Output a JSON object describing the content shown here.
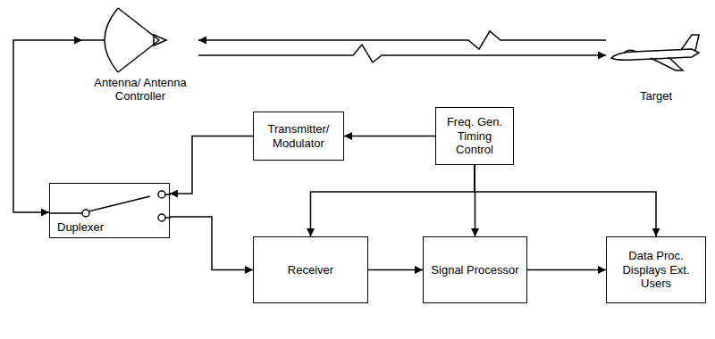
{
  "diagram": {
    "nodes": [
      {
        "text": [
          "Antenna/ Antenna Controller"
        ]
      },
      {
        "text": [
          "Target"
        ]
      },
      {
        "text": [
          "Transmitter/ Modulator"
        ]
      },
      {
        "text": [
          "Freq. Gen. Timing Control"
        ]
      },
      {
        "text": [
          "Duplexer"
        ]
      },
      {
        "text": [
          "Receiver"
        ]
      },
      {
        "text": [
          "Signal Processor"
        ]
      },
      {
        "text": [
          "Data Proc. Displays Ext. Users"
        ]
      }
    ],
    "edges": [
      {
        "from": 0,
        "to": 4,
        "arrow": "both"
      },
      {
        "from": 0,
        "to": 1,
        "arrow": "to"
      },
      {
        "from": 1,
        "to": 0,
        "arrow": "to"
      },
      {
        "from": 3,
        "to": 2,
        "arrow": "to"
      },
      {
        "from": 2,
        "to": 4,
        "arrow": "to"
      },
      {
        "from": 3,
        "to": 5,
        "arrow": "to"
      },
      {
        "from": 3,
        "to": 6,
        "arrow": "to"
      },
      {
        "from": 3,
        "to": 7,
        "arrow": "to"
      },
      {
        "from": 4,
        "to": 5,
        "arrow": "to"
      },
      {
        "from": 5,
        "to": 6,
        "arrow": "to"
      },
      {
        "from": 6,
        "to": 7,
        "arrow": "to"
      }
    ]
  }
}
